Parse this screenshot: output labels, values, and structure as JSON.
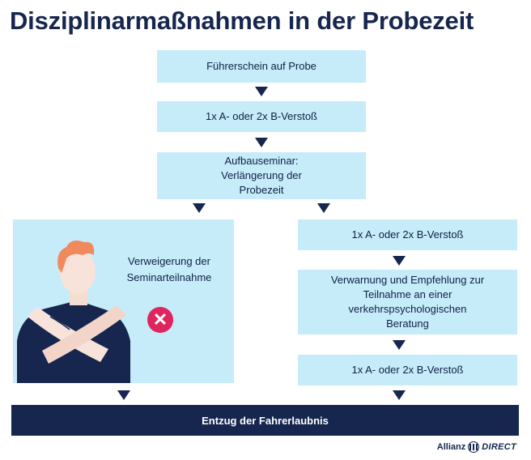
{
  "title": "Disziplinarmaßnahmen in der Probezeit",
  "steps": [
    "Führerschein auf Probe",
    "1x A- oder 2x B-Verstoß",
    "Aufbauseminar: Verlängerung der Probezeit"
  ],
  "left_branch": {
    "text": "Verweigerung der Seminarteilnahme",
    "icon": "x-icon"
  },
  "right_branch": [
    "1x A- oder 2x B-Verstoß",
    "Verwarnung und Empfehlung zur Teilnahme an einer verkehrspsychologischen Beratung",
    "1x A- oder 2x B-Verstoß"
  ],
  "final": "Entzug der Fahrerlaubnis",
  "logo": {
    "brand": "Allianz",
    "suffix": "DIRECT"
  },
  "colors": {
    "navy": "#16264e",
    "light_blue": "#c6ecf9",
    "accent": "#e0245e",
    "hair": "#f08a5d"
  }
}
